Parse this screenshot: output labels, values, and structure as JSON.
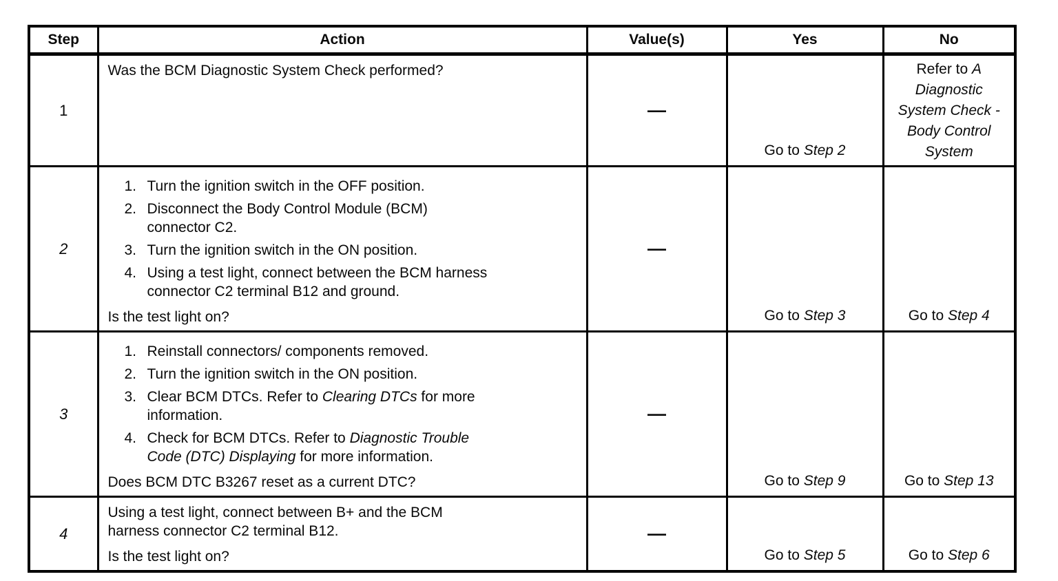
{
  "document": {
    "kind": "diagnostic-step-table",
    "headers": [
      "Step",
      "Action",
      "Value(s)",
      "Yes",
      "No"
    ],
    "rows": [
      {
        "step": "1",
        "step_italic": false,
        "question": "Was the BCM Diagnostic System Check performed?",
        "question_position": "top",
        "value": "—",
        "yes": [
          {
            "t": "Go to ",
            "i": false
          },
          {
            "t": "Step 2",
            "i": true
          }
        ],
        "no": [
          {
            "t": "Refer to ",
            "i": false
          },
          {
            "t": "A\nDiagnostic\nSystem Check -\nBody Control\nSystem",
            "i": true
          }
        ],
        "no_style": "fill"
      },
      {
        "step": "2",
        "step_italic": true,
        "items": [
          {
            "num": "1.",
            "segs": [
              {
                "t": "Turn the ignition switch in the OFF position.",
                "i": false
              }
            ]
          },
          {
            "num": "2.",
            "segs": [
              {
                "t": "Disconnect the Body Control Module (BCM)\nconnector C2.",
                "i": false
              }
            ]
          },
          {
            "num": "3.",
            "segs": [
              {
                "t": "Turn the ignition switch in the ON position.",
                "i": false
              }
            ]
          },
          {
            "num": "4.",
            "segs": [
              {
                "t": "Using a test light, connect between the BCM harness\nconnector C2 terminal B12 and ground.",
                "i": false
              }
            ]
          }
        ],
        "question": "Is the test light on?",
        "question_position": "bottom",
        "value": "—",
        "yes": [
          {
            "t": "Go to ",
            "i": false
          },
          {
            "t": "Step 3",
            "i": true
          }
        ],
        "no": [
          {
            "t": "Go to ",
            "i": false
          },
          {
            "t": "Step 4",
            "i": true
          }
        ]
      },
      {
        "step": "3",
        "step_italic": true,
        "items": [
          {
            "num": "1.",
            "segs": [
              {
                "t": "Reinstall connectors/ components removed.",
                "i": false
              }
            ]
          },
          {
            "num": "2.",
            "segs": [
              {
                "t": "Turn the ignition switch in the ON position.",
                "i": false
              }
            ]
          },
          {
            "num": "3.",
            "segs": [
              {
                "t": "Clear BCM DTCs. Refer to ",
                "i": false
              },
              {
                "t": "Clearing DTCs",
                "i": true
              },
              {
                "t": " for more\ninformation.",
                "i": false
              }
            ]
          },
          {
            "num": "4.",
            "segs": [
              {
                "t": "Check for BCM DTCs. Refer to ",
                "i": false
              },
              {
                "t": "Diagnostic Trouble\nCode (DTC) Displaying",
                "i": true
              },
              {
                "t": " for more information.",
                "i": false
              }
            ]
          }
        ],
        "question": "Does BCM DTC B3267 reset as a current DTC?",
        "question_position": "bottom",
        "value": "—",
        "yes": [
          {
            "t": "Go to ",
            "i": false
          },
          {
            "t": "Step 9",
            "i": true
          }
        ],
        "no": [
          {
            "t": "Go to ",
            "i": false
          },
          {
            "t": "Step 13",
            "i": true
          }
        ]
      },
      {
        "step": "4",
        "step_italic": true,
        "paragraph": [
          {
            "t": "Using a test light, connect between B+ and the BCM\nharness connector C2 terminal B12.",
            "i": false
          }
        ],
        "question": "Is the test light on?",
        "question_position": "bottom",
        "value": "—",
        "yes": [
          {
            "t": "Go to ",
            "i": false
          },
          {
            "t": "Step 5",
            "i": true
          }
        ],
        "no": [
          {
            "t": "Go to ",
            "i": false
          },
          {
            "t": "Step 6",
            "i": true
          }
        ]
      }
    ]
  }
}
